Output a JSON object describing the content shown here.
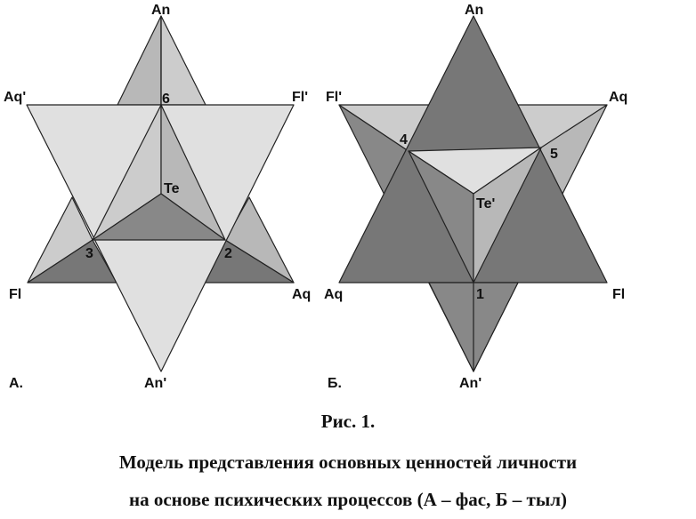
{
  "figure": {
    "title": "Рис. 1.",
    "caption_line1": "Модель представления основных ценностей личности",
    "caption_line2": "на основе психических процессов (А – фас, Б – тыл)"
  },
  "colors": {
    "light": "#e0e0e0",
    "medium_light": "#cccccc",
    "medium": "#b8b8b8",
    "dark": "#888888",
    "darker": "#777777",
    "outline": "#222222"
  },
  "panel_a": {
    "panel_label": "А.",
    "vertices": {
      "an": "An",
      "an_prime": "An'",
      "aq_prime": "Aq'",
      "fl_prime": "Fl'",
      "fl": "Fl",
      "aq": "Aq",
      "center": "Te",
      "p6": "6",
      "p3": "3",
      "p2": "2"
    }
  },
  "panel_b": {
    "panel_label": "Б.",
    "vertices": {
      "an": "An",
      "an_prime": "An'",
      "fl_prime": "Fl'",
      "aq": "Aq",
      "aq_left": "Aq",
      "fl_right": "Fl",
      "center": "Te'",
      "p4": "4",
      "p5": "5",
      "p1": "1"
    }
  }
}
